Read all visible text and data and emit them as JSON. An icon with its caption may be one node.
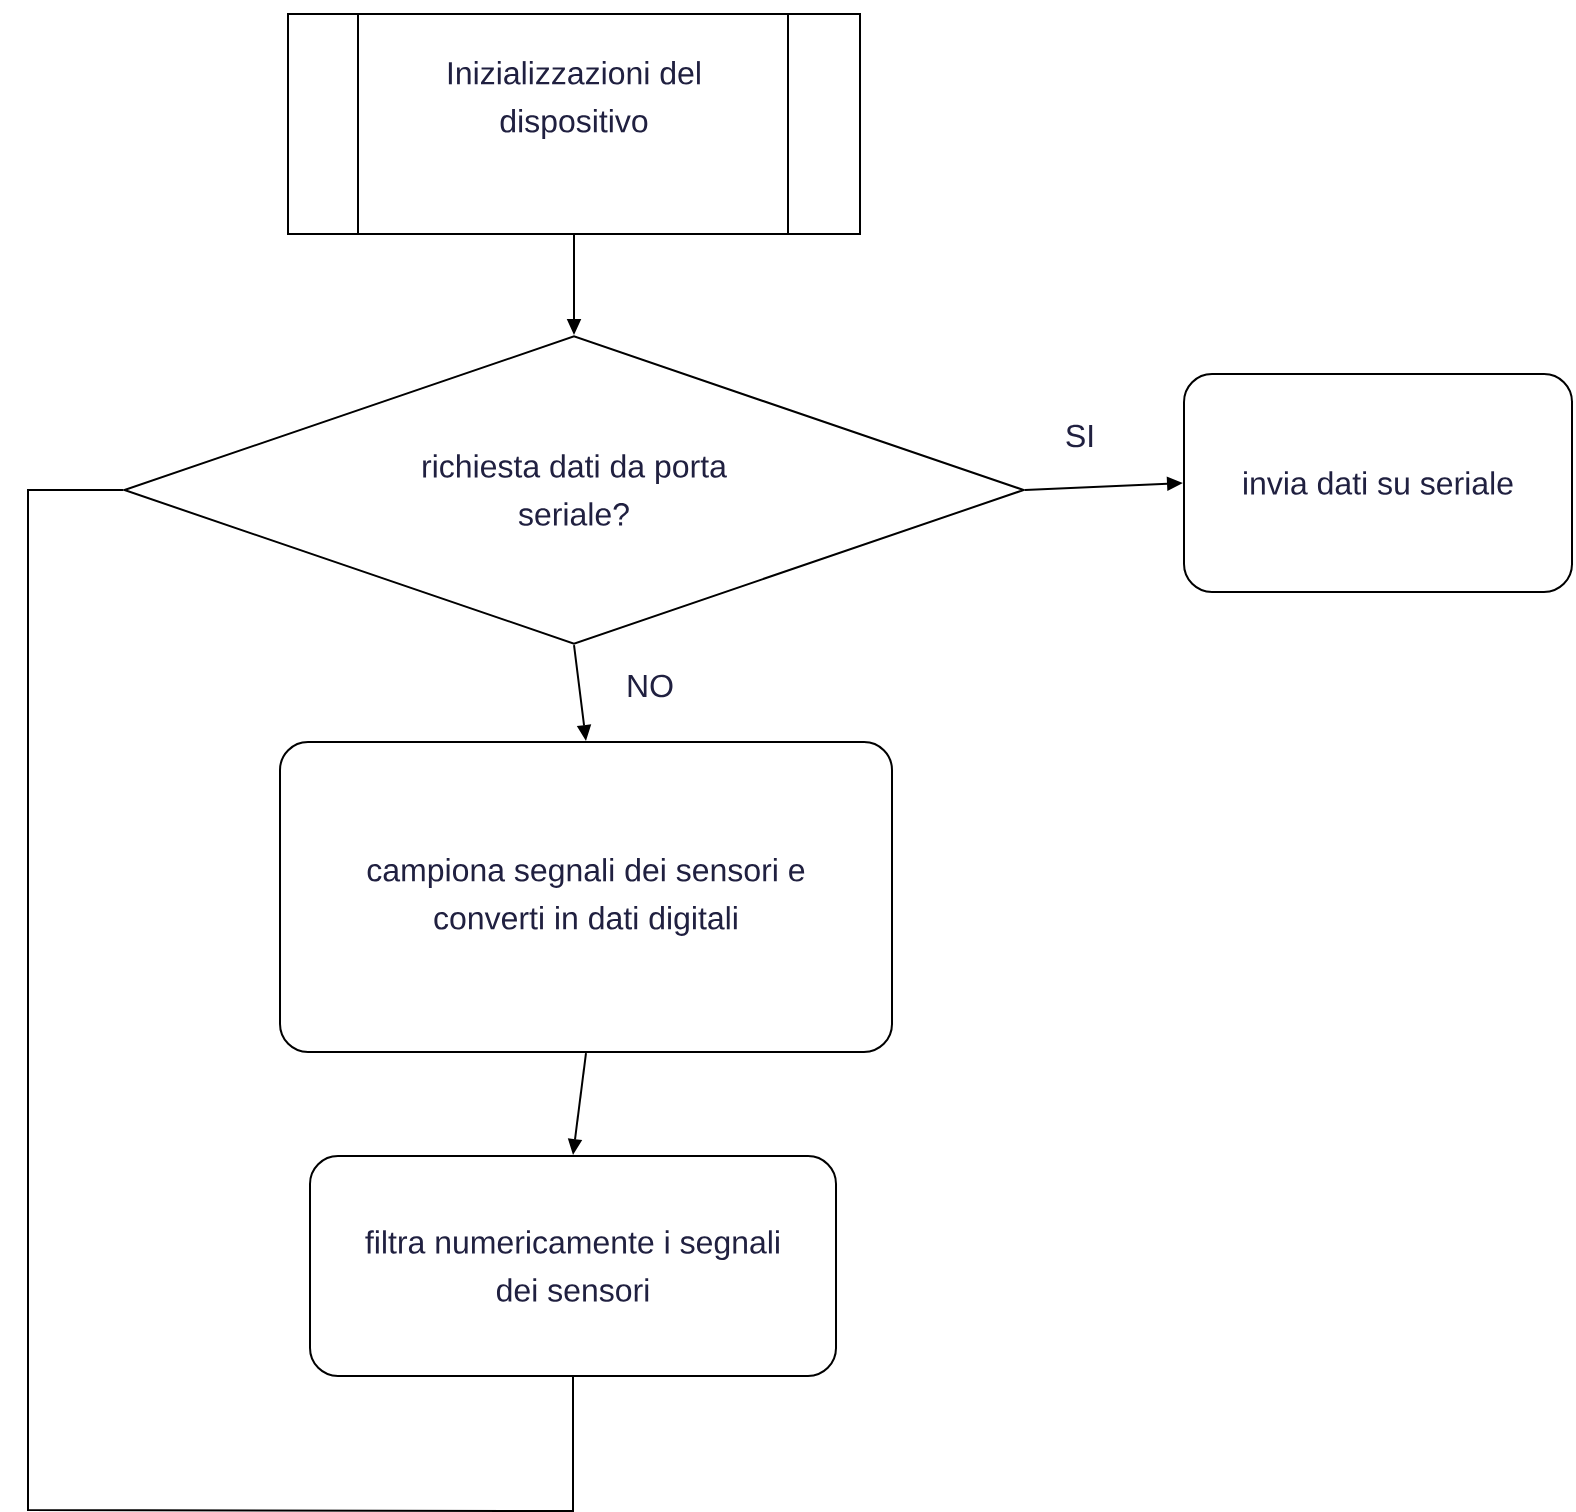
{
  "diagram": {
    "nodes": [
      {
        "text": [
          "Inizializzazioni del dispositivo"
        ]
      },
      {
        "text": [
          "richiesta dati da porta seriale?"
        ]
      },
      {
        "text": [
          "invia dati su seriale"
        ]
      },
      {
        "text": [
          "campiona segnali dei sensori e converti in dati digitali"
        ]
      },
      {
        "text": [
          "filtra numericamente i segnali dei sensori"
        ]
      }
    ],
    "edges": [
      {
        "from": 0,
        "to": 1,
        "arrow": "to"
      },
      {
        "from": 1,
        "to": 2,
        "arrow": "to",
        "label": "SI"
      },
      {
        "from": 1,
        "to": 3,
        "arrow": "to",
        "label": "NO"
      },
      {
        "from": 3,
        "to": 4,
        "arrow": "to"
      },
      {
        "from": 4,
        "to": 1,
        "arrow": "none"
      }
    ]
  }
}
